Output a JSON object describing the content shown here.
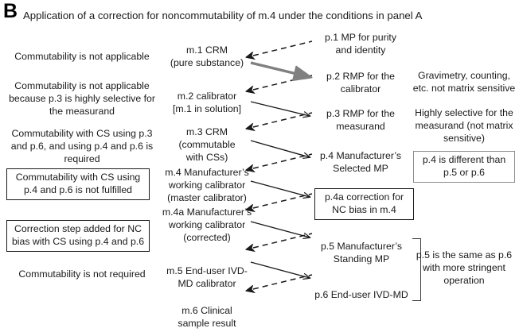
{
  "panel": {
    "letter": "B",
    "title": "Application of a correction for noncommutability of m.4 under the conditions in panel A"
  },
  "colors": {
    "text": "#1a1a1a",
    "solid_arrow": "#1a1a1a",
    "dashed_arrow": "#1a1a1a",
    "highlight_arrow_gray": "#808080",
    "box_border_black": "#1a1a1a",
    "box_border_gray": "#8a8a8a",
    "background": "#ffffff"
  },
  "comments": [
    {
      "id": "c1",
      "text": "Commutability is not applicable",
      "boxed": false
    },
    {
      "id": "c2",
      "text": "Commutability is not applicable because p.3 is highly selective for the measurand",
      "boxed": false
    },
    {
      "id": "c3",
      "text": "Commutability with CS using p.3 and p.6, and using p.4 and p.6 is required",
      "boxed": false
    },
    {
      "id": "c4",
      "text": "Commutability with CS using p.4 and p.6 is not fulfilled",
      "boxed": true
    },
    {
      "id": "c5",
      "text": "Correction step added for NC bias with CS using p.4 and p.6",
      "boxed": true
    },
    {
      "id": "c6",
      "text": "Commutability is not required",
      "boxed": false
    }
  ],
  "materials": [
    {
      "id": "m1",
      "line1": "m.1 CRM",
      "line2": "(pure substance)",
      "line3": ""
    },
    {
      "id": "m2",
      "line1": "m.2 calibrator",
      "line2": "[m.1 in solution]",
      "line3": ""
    },
    {
      "id": "m3",
      "line1": "m.3 CRM",
      "line2": "(commutable",
      "line3": "with CSs)"
    },
    {
      "id": "m4",
      "line1": "m.4 Manufacturer’s",
      "line2": "working calibrator",
      "line3": "(master calibrator)"
    },
    {
      "id": "m4a",
      "line1": "m.4a Manufacturer’s",
      "line2": "working calibrator",
      "line3": "(corrected)"
    },
    {
      "id": "m5",
      "line1": "m.5 End-user IVD-",
      "line2": "MD calibrator",
      "line3": ""
    },
    {
      "id": "m6",
      "line1": "m.6 Clinical",
      "line2": "sample result",
      "line3": ""
    }
  ],
  "procedures": [
    {
      "id": "p1",
      "line1": "p.1 MP for purity",
      "line2": "and  identity",
      "boxed": false
    },
    {
      "id": "p2",
      "line1": "p.2 RMP for the",
      "line2": "calibrator",
      "boxed": false
    },
    {
      "id": "p3",
      "line1": "p.3 RMP for the",
      "line2": "measurand",
      "boxed": false
    },
    {
      "id": "p4",
      "line1": "p.4 Manufacturer’s",
      "line2": "Selected MP",
      "boxed": false
    },
    {
      "id": "p4a",
      "line1": "p.4a correction for",
      "line2": "NC bias in m.4",
      "boxed": true
    },
    {
      "id": "p5",
      "line1": "p.5 Manufacturer’s",
      "line2": "Standing MP",
      "boxed": false
    },
    {
      "id": "p6",
      "line1": "p.6 End-user IVD-MD",
      "line2": "",
      "boxed": false
    }
  ],
  "notes": [
    {
      "id": "n1",
      "text": "Gravimetry, counting, etc. not matrix sensitive",
      "boxed": false
    },
    {
      "id": "n2",
      "text": "Highly selective for the measurand (not matrix sensitive)",
      "boxed": false
    },
    {
      "id": "n3",
      "text": "p.4 is different than p.5 or p.6",
      "boxed": true
    },
    {
      "id": "n4",
      "text": "p.5 is the same as p.6 with more stringent operation",
      "boxed": false
    }
  ],
  "arrows": {
    "assignment_solid": [
      {
        "id": "a-m1-p2",
        "from": "m.1 CRM",
        "to": "p.2 RMP for the calibrator",
        "style": "solid-gray-thick"
      },
      {
        "id": "a-m2-p3",
        "from": "m.2 calibrator",
        "to": "p.3 RMP for the measurand",
        "style": "solid"
      },
      {
        "id": "a-m3-p4",
        "from": "m.3 CRM",
        "to": "p.4 Manufacturer’s Selected MP",
        "style": "solid"
      },
      {
        "id": "a-m4-p4a",
        "from": "m.4 working calibrator",
        "to": "p.4a correction for NC bias in m.4",
        "style": "solid"
      },
      {
        "id": "a-m4a-p5",
        "from": "m.4a working calibrator (corrected)",
        "to": "p.5 Manufacturer’s Standing MP",
        "style": "solid"
      },
      {
        "id": "a-m5-p6",
        "from": "m.5 End-user IVD-MD calibrator",
        "to": "p.6 End-user IVD-MD",
        "style": "solid"
      }
    ],
    "measurement_dashed": [
      {
        "id": "a-p1-m1",
        "from": "p.1 MP for purity and identity",
        "to": "m.1 CRM",
        "style": "dashed"
      },
      {
        "id": "a-p2-m2",
        "from": "p.2 RMP for the calibrator",
        "to": "m.2 calibrator",
        "style": "dashed"
      },
      {
        "id": "a-p3-m3",
        "from": "p.3 RMP for the measurand",
        "to": "m.3 CRM",
        "style": "dashed"
      },
      {
        "id": "a-p4-m4",
        "from": "p.4 Manufacturer’s Selected MP",
        "to": "m.4 working calibrator",
        "style": "dashed"
      },
      {
        "id": "a-p4a-m4a",
        "from": "p.4a correction for NC bias in m.4",
        "to": "m.4a working calibrator (corrected)",
        "style": "dashed"
      },
      {
        "id": "a-p5-m5",
        "from": "p.5 Manufacturer’s Standing MP",
        "to": "m.5 End-user IVD-MD calibrator",
        "style": "dashed"
      },
      {
        "id": "a-p6-m6",
        "from": "p.6 End-user IVD-MD",
        "to": "m.6 Clinical sample result",
        "style": "dashed"
      }
    ]
  },
  "bracket": {
    "id": "bracket-p5-p6",
    "groups": [
      "p.5 Manufacturer’s Standing MP",
      "p.6 End-user IVD-MD"
    ],
    "label": "p.5 is the same as p.6 with more stringent operation"
  }
}
